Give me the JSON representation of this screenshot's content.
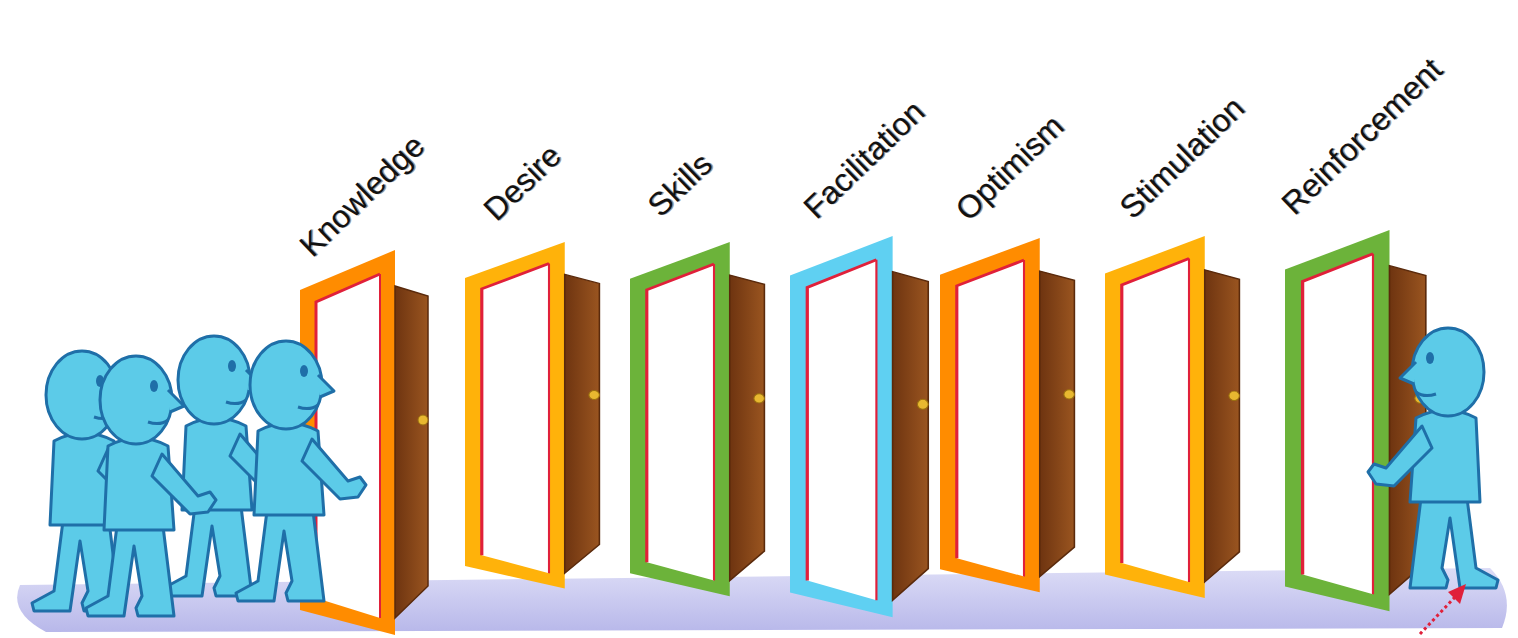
{
  "diagram": {
    "labels": [
      "Knowledge",
      "Desire",
      "Skills",
      "Facilitation",
      "Optimism",
      "Stimulation",
      "Reinforcement"
    ]
  }
}
